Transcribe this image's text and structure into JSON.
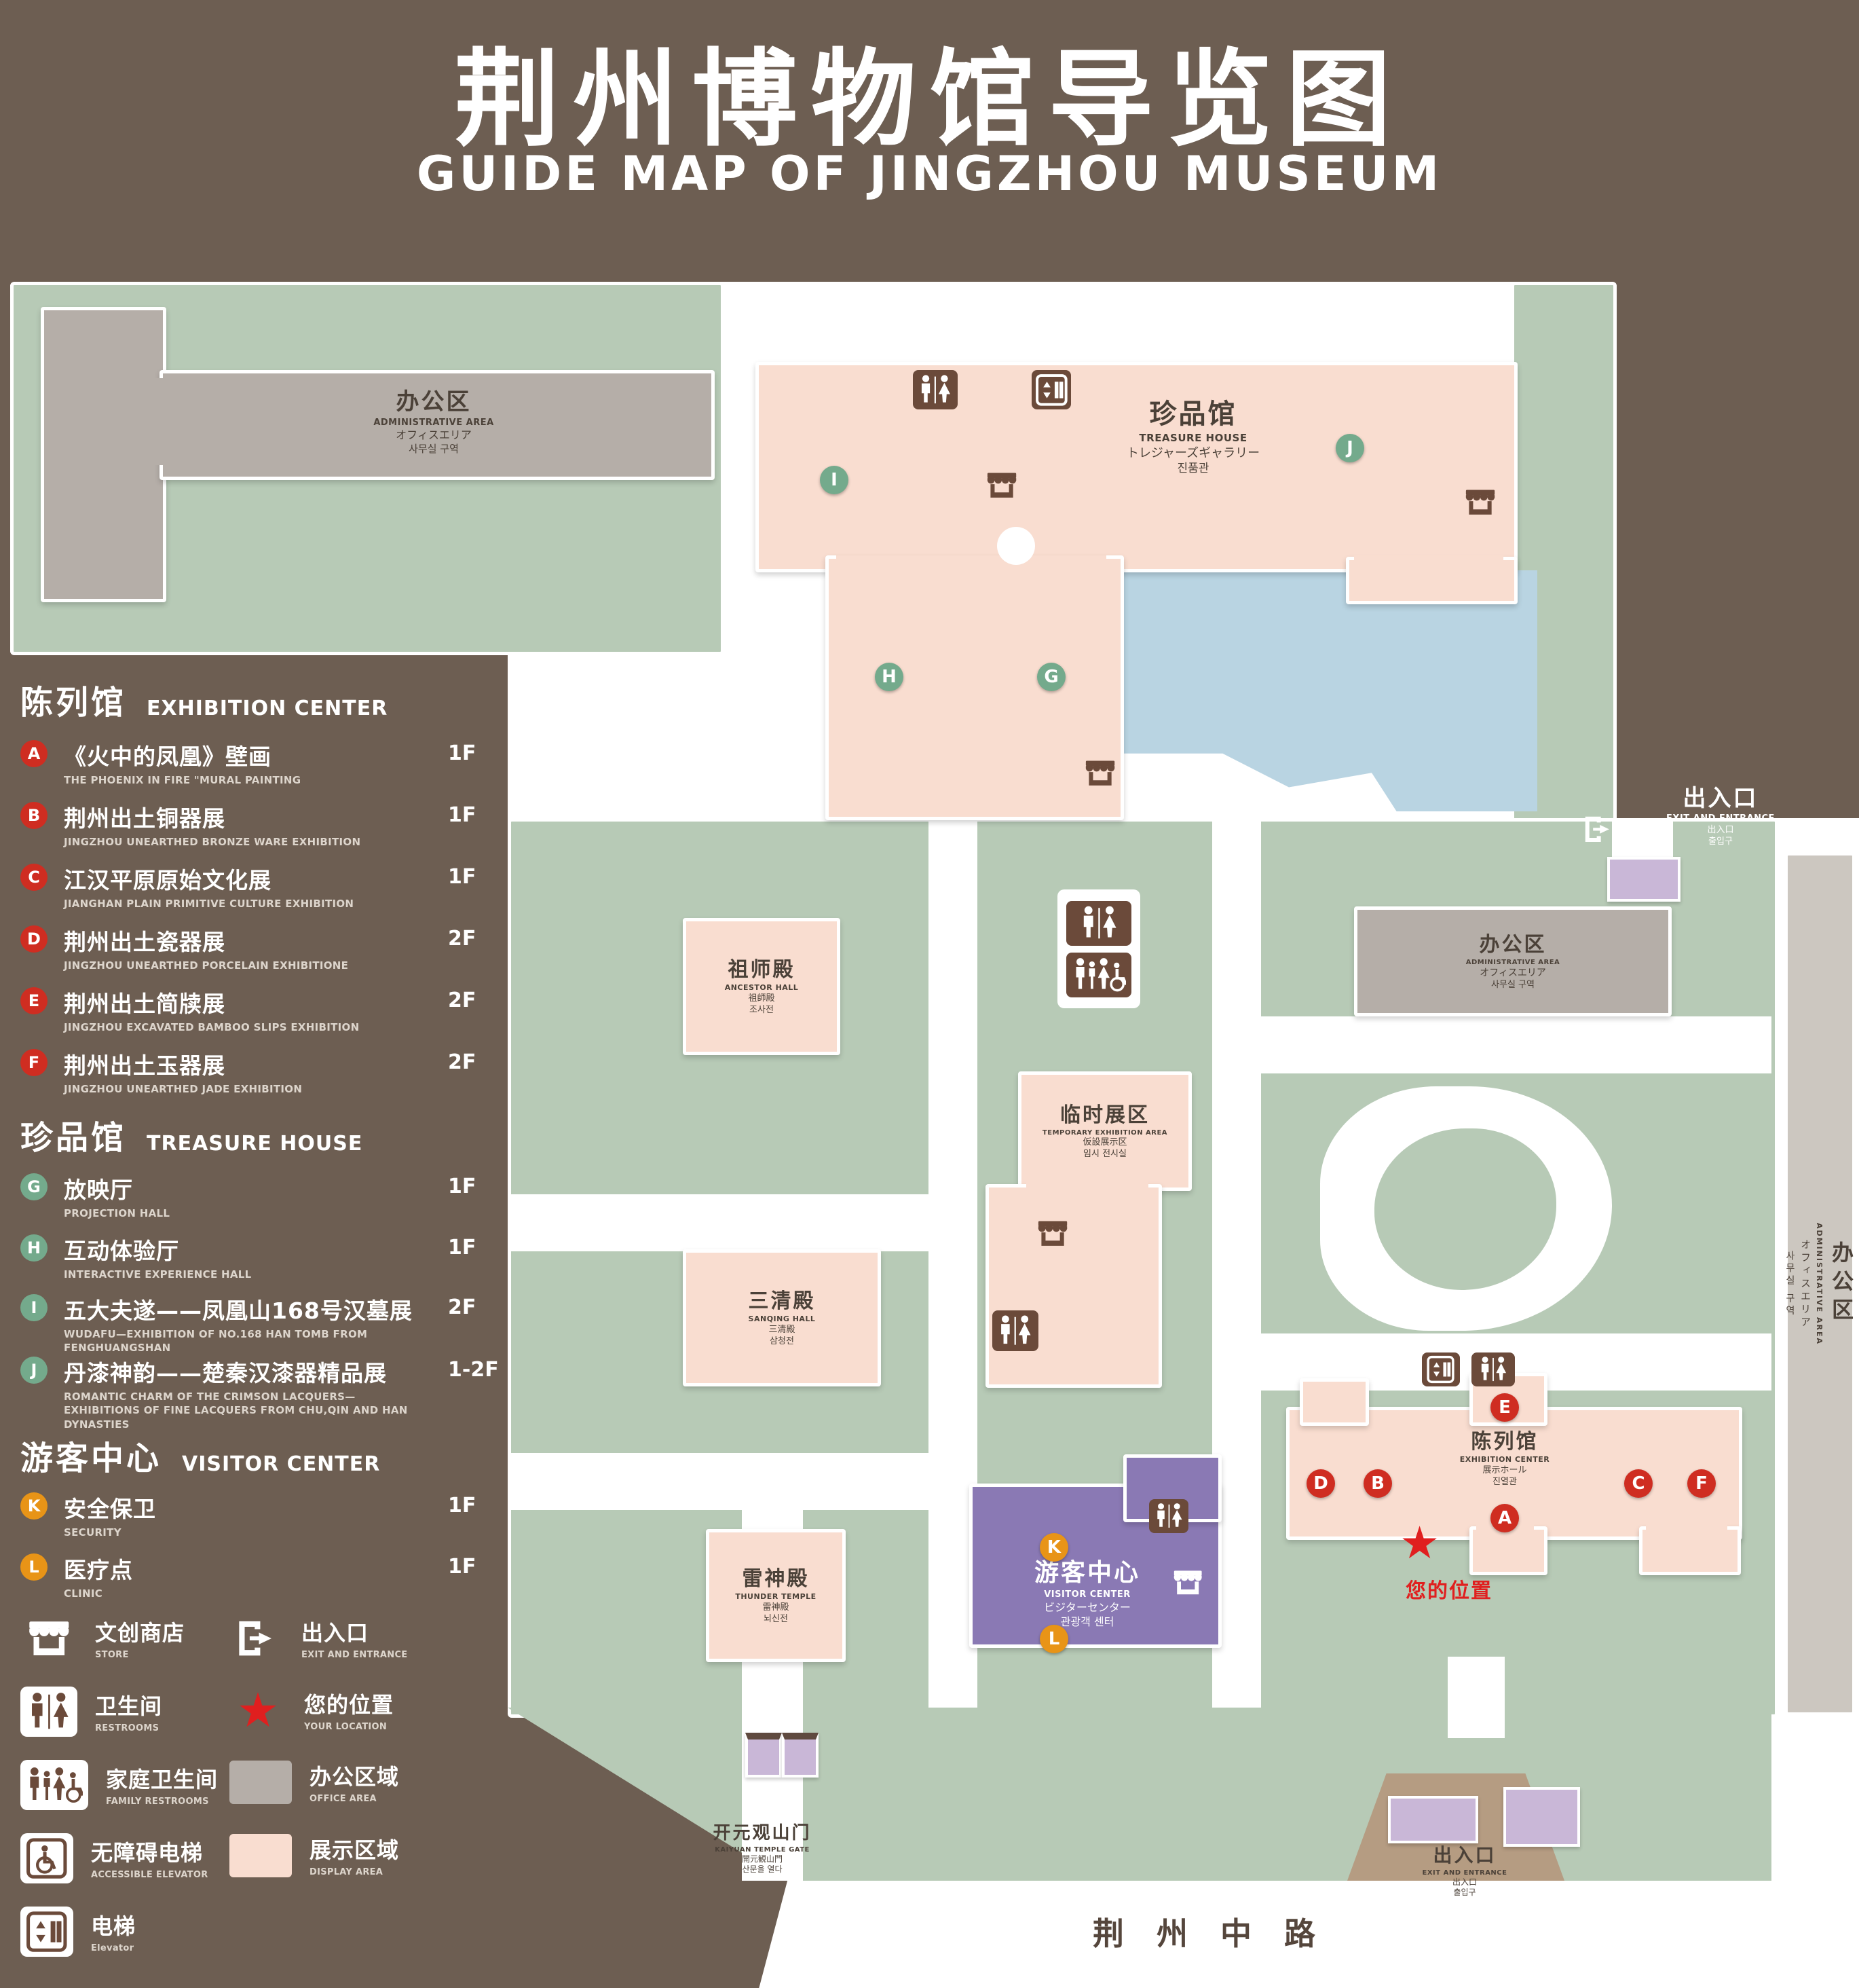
{
  "title": {
    "zh": "荆州博物馆导览图",
    "en": "GUIDE MAP OF JINGZHOU MUSEUM"
  },
  "legend": {
    "sections": [
      {
        "zh": "陈列馆",
        "en": "EXHIBITION CENTER",
        "items": [
          {
            "key": "A",
            "zh": "《火中的凤凰》壁画",
            "en": "THE PHOENIX IN FIRE \"MURAL PAINTING",
            "floor": "1F"
          },
          {
            "key": "B",
            "zh": "荆州出土铜器展",
            "en": "JINGZHOU UNEARTHED BRONZE WARE EXHIBITION",
            "floor": "1F"
          },
          {
            "key": "C",
            "zh": "江汉平原原始文化展",
            "en": "JIANGHAN PLAIN PRIMITIVE CULTURE EXHIBITION",
            "floor": "1F"
          },
          {
            "key": "D",
            "zh": "荆州出土瓷器展",
            "en": "JINGZHOU UNEARTHED PORCELAIN EXHIBITIONE",
            "floor": "2F"
          },
          {
            "key": "E",
            "zh": "荆州出土简牍展",
            "en": "JINGZHOU EXCAVATED BAMBOO SLIPS EXHIBITION",
            "floor": "2F"
          },
          {
            "key": "F",
            "zh": "荆州出土玉器展",
            "en": "JINGZHOU UNEARTHED JADE EXHIBITION",
            "floor": "2F"
          }
        ]
      },
      {
        "zh": "珍品馆",
        "en": "TREASURE HOUSE",
        "items": [
          {
            "key": "G",
            "zh": "放映厅",
            "en": "PROJECTION HALL",
            "floor": "1F"
          },
          {
            "key": "H",
            "zh": "互动体验厅",
            "en": "INTERACTIVE EXPERIENCE HALL",
            "floor": "1F"
          },
          {
            "key": "I",
            "zh": "五大夫遂——凤凰山168号汉墓展",
            "en": "WUDAFU—EXHIBITION OF NO.168 HAN TOMB FROM FENGHUANGSHAN",
            "floor": "2F"
          },
          {
            "key": "J",
            "zh": "丹漆神韵——楚秦汉漆器精品展",
            "en": "ROMANTIC CHARM OF THE CRIMSON LACQUERS—EXHIBITIONS OF FINE LACQUERS FROM CHU,QIN AND HAN DYNASTIES",
            "floor": "1-2F"
          }
        ]
      },
      {
        "zh": "游客中心",
        "en": "VISITOR CENTER",
        "items": [
          {
            "key": "K",
            "zh": "安全保卫",
            "en": "SECURITY",
            "floor": "1F"
          },
          {
            "key": "L",
            "zh": "医疗点",
            "en": "CLINIC",
            "floor": "1F"
          }
        ]
      }
    ],
    "symbols": [
      {
        "icon": "store-icon",
        "zh": "文创商店",
        "en": "STORE"
      },
      {
        "icon": "exit-icon",
        "zh": "出入口",
        "en": "EXIT AND ENTRANCE"
      },
      {
        "icon": "restroom-icon",
        "zh": "卫生间",
        "en": "RESTROOMS"
      },
      {
        "icon": "location-star-icon",
        "zh": "您的位置",
        "en": "YOUR LOCATION"
      },
      {
        "icon": "family-restroom-icon",
        "zh": "家庭卫生间",
        "en": "FAMILY RESTROOMS"
      },
      {
        "icon": "office-area-swatch",
        "zh": "办公区域",
        "en": "OFFICE AREA"
      },
      {
        "icon": "accessible-elevator-icon",
        "zh": "无障碍电梯",
        "en": "ACCESSIBLE ELEVATOR"
      },
      {
        "icon": "display-area-swatch",
        "zh": "展示区域",
        "en": "DISPLAY AREA"
      },
      {
        "icon": "elevator-icon",
        "zh": "电梯",
        "en": "Elevator"
      }
    ]
  },
  "map": {
    "buildings": {
      "admin_left": {
        "zh": "办公区",
        "en": "ADMINISTRATIVE AREA",
        "ja": "オフィスエリア",
        "ko": "사무실 구역"
      },
      "treasure": {
        "zh": "珍品馆",
        "en": "TREASURE HOUSE",
        "ja": "トレジャーズギャラリー",
        "ko": "진품관"
      },
      "ancestor": {
        "zh": "祖师殿",
        "en": "ANCESTOR HALL",
        "ja": "祖師殿",
        "ko": "조사전"
      },
      "temporary": {
        "zh": "临时展区",
        "en": "TEMPORARY EXHIBITION AREA",
        "ja": "仮設展示区",
        "ko": "임시 전시실"
      },
      "admin_right": {
        "zh": "办公区",
        "en": "ADMINISTRATIVE AREA",
        "ja": "オフィスエリア",
        "ko": "사무실 구역"
      },
      "sanqing": {
        "zh": "三清殿",
        "en": "SANQING HALL",
        "ja": "三清殿",
        "ko": "삼청전"
      },
      "thunder": {
        "zh": "雷神殿",
        "en": "THUNDER TEMPLE",
        "ja": "雷神殿",
        "ko": "뇌신전"
      },
      "visitor": {
        "zh": "游客中心",
        "en": "VISITOR CENTER",
        "ja": "ビジターセンター",
        "ko": "관광객 센터"
      },
      "exhibition": {
        "zh": "陈列馆",
        "en": "EXHIBITION CENTER",
        "ja": "展示ホール",
        "ko": "진열관"
      },
      "admin_strip": {
        "zh": "办公区",
        "en": "ADMINISTRATIVE AREA",
        "ja": "オフィスエリア",
        "ko": "사무실 구역"
      }
    },
    "labels": {
      "gate": {
        "zh": "开元观山门",
        "en": "KAIYUAN TEMPLE GATE",
        "ja": "開元観山門",
        "ko": "산문을 열다"
      },
      "exit_right": {
        "zh": "出入口",
        "en": "EXIT AND ENTRANCE",
        "ja": "出入口",
        "ko": "출입구"
      },
      "exit_bottom": {
        "zh": "出入口",
        "en": "EXIT AND ENTRANCE",
        "ja": "出入口",
        "ko": "출입구"
      },
      "road": "荆州中路",
      "your_location": "您的位置"
    },
    "markers": {
      "green": [
        "I",
        "J",
        "H",
        "G"
      ],
      "red": [
        "E",
        "D",
        "B",
        "A",
        "C",
        "F"
      ],
      "orange": [
        "K",
        "L"
      ]
    }
  },
  "colors": {
    "background": "#6d5e52",
    "ground": "#b7cab6",
    "display_area": "#f9ddd0",
    "office_area": "#b5aea8",
    "office_strip": "#ccc7c0",
    "water": "#b9d4e2",
    "visitor_center": "#8a79b4",
    "entrance": "#c9b7d7",
    "marker_red": "#cf2d21",
    "marker_green": "#74aa8c",
    "marker_orange": "#e89417",
    "icon_brown": "#6b4a3a",
    "star_red": "#e01f1f"
  }
}
